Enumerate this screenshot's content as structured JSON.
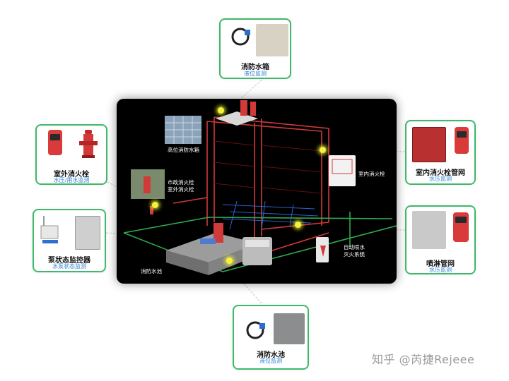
{
  "cards": {
    "top": {
      "title": "消防水箱",
      "subtitle": "液位监测"
    },
    "left_top": {
      "title": "室外消火栓",
      "subtitle": "水压/用水监测"
    },
    "left_bottom": {
      "title": "泵状态监控器",
      "subtitle": "水泵状态监测"
    },
    "right_top": {
      "title": "室内消火栓管网",
      "subtitle": "水压监测"
    },
    "right_bottom": {
      "title": "喷淋管网",
      "subtitle": "水压监测"
    },
    "bottom": {
      "title": "消防水池",
      "subtitle": "液位监测"
    }
  },
  "scene_labels": {
    "high_tank": "高位消防水箱",
    "municipal_hydrant_line1": "市政消火栓",
    "municipal_hydrant_line2": "室外消火栓",
    "indoor_hydrant": "室内消火栓",
    "sprinkler_line1": "自动喷水",
    "sprinkler_line2": "灭火系统",
    "pool": "消防水池"
  },
  "watermark": "知乎 @芮捷Rejeee",
  "colors": {
    "card_border": "#3fb86b",
    "subtitle": "#2a7fd4",
    "pipe_red": "#d23a3a",
    "pipe_green": "#2fa84f",
    "dot": "#f3f33a"
  }
}
